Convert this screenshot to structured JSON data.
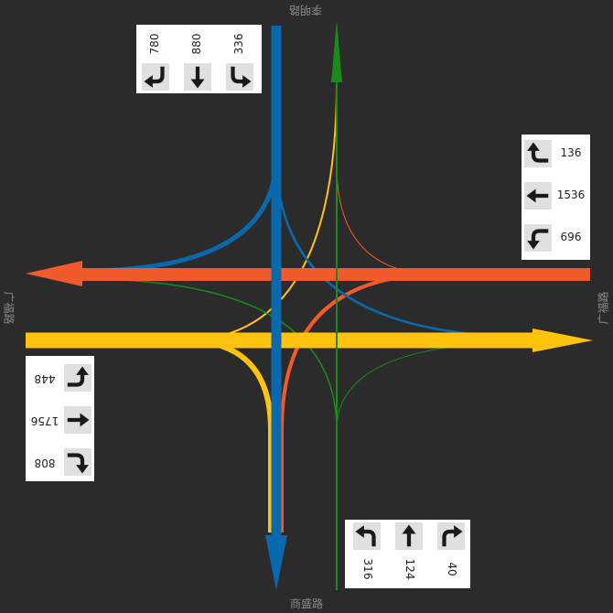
{
  "roads": {
    "north": "李明路",
    "south": "商盛路",
    "west": "广福路",
    "east": "广福路"
  },
  "colors": {
    "southbound": "#0a69ad",
    "westbound": "#f15a2b",
    "eastbound": "#ffc20e",
    "northbound": "#1a8a1a",
    "background": "#2b2b2b"
  },
  "panels": {
    "north": {
      "right": "780",
      "straight": "880",
      "left": "336"
    },
    "east": {
      "right": "136",
      "straight": "1536",
      "left": "696"
    },
    "west": {
      "right": "808",
      "straight": "1756",
      "left": "448"
    },
    "south": {
      "right": "40",
      "straight": "124",
      "left": "316"
    }
  }
}
